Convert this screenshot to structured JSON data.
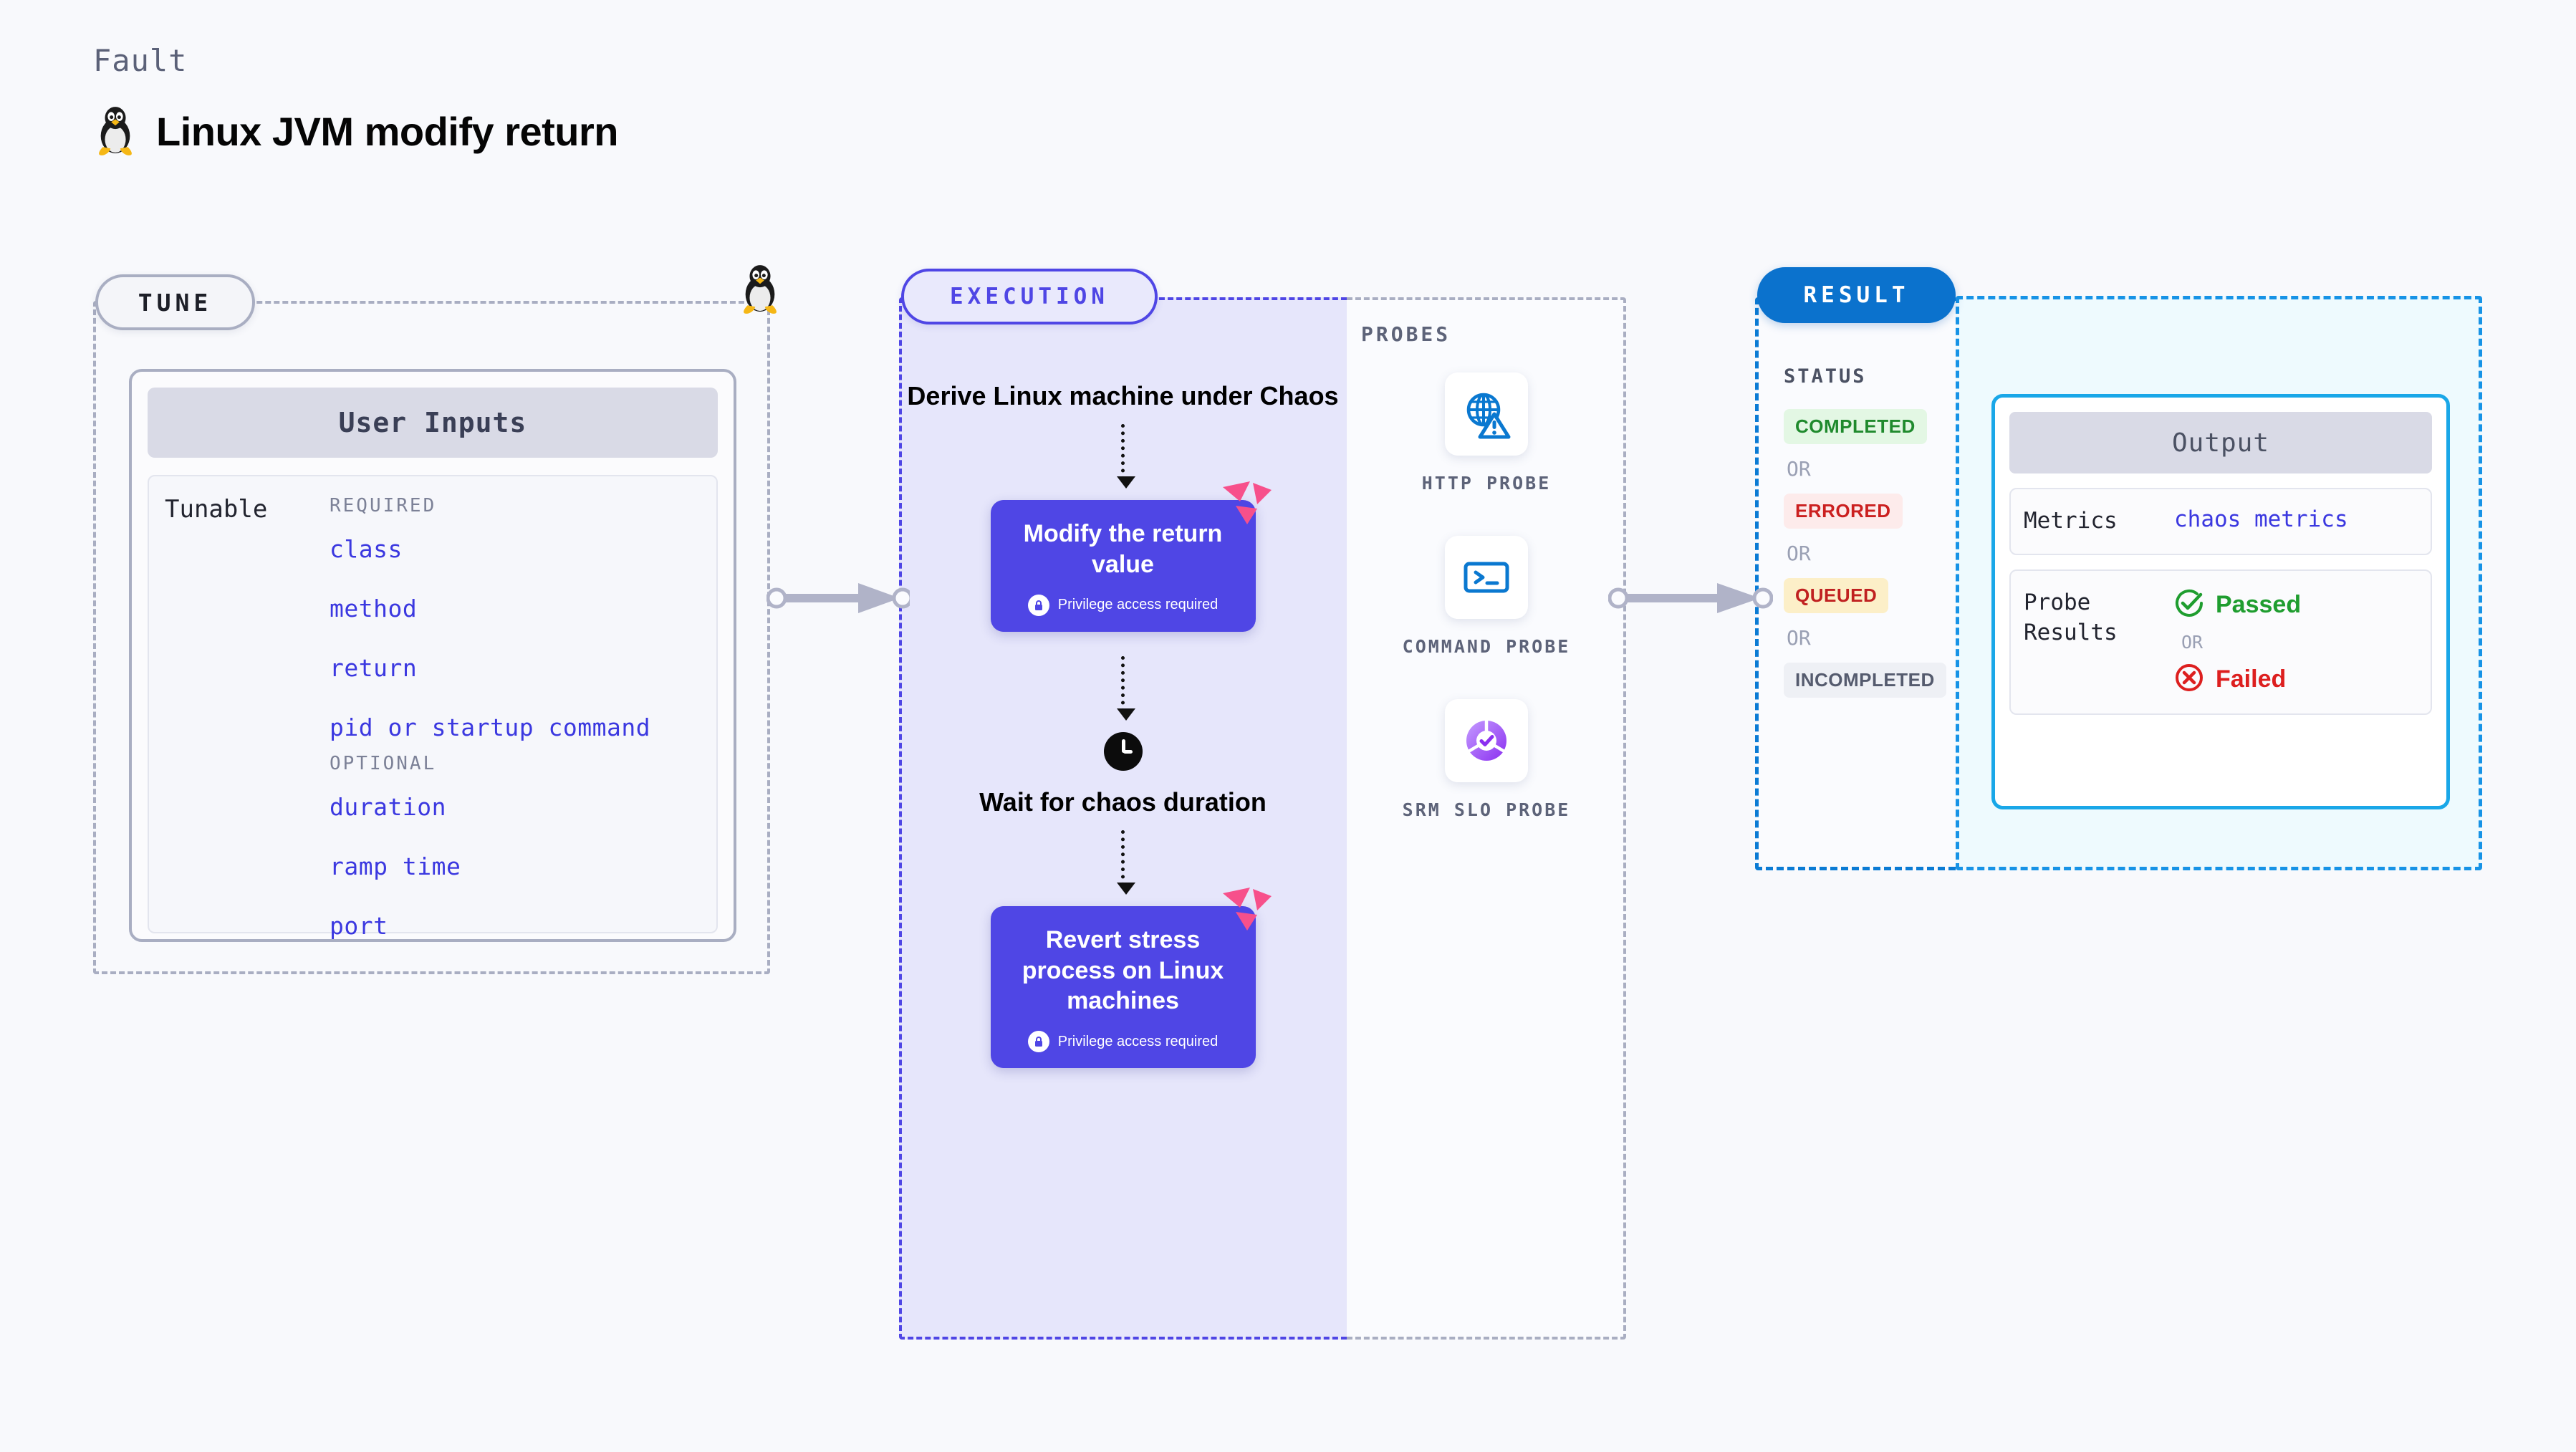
{
  "header": {
    "eyebrow": "Fault",
    "title": "Linux JVM modify return",
    "icon": "tux-penguin-icon"
  },
  "tune": {
    "badge": "TUNE",
    "card_title": "User Inputs",
    "tunable_label": "Tunable",
    "groups": [
      {
        "caption": "REQUIRED",
        "items": [
          "class",
          "method",
          "return",
          "pid or startup command"
        ]
      },
      {
        "caption": "OPTIONAL",
        "items": [
          "duration",
          "ramp time",
          "port"
        ]
      }
    ]
  },
  "execution": {
    "badge": "EXECUTION",
    "steps": [
      {
        "type": "text",
        "label": "Derive Linux machine under Chaos"
      },
      {
        "type": "box",
        "label": "Modify the return value",
        "note": "Privilege access required",
        "badge": "harness-logo-icon"
      },
      {
        "type": "wait",
        "label": "Wait for chaos duration",
        "icon": "clock-icon"
      },
      {
        "type": "box",
        "label": "Revert stress process on Linux machines",
        "note": "Privilege access required",
        "badge": "harness-logo-icon"
      }
    ]
  },
  "probes": {
    "label": "PROBES",
    "items": [
      {
        "name": "HTTP PROBE",
        "icon": "globe-warning-icon"
      },
      {
        "name": "COMMAND PROBE",
        "icon": "terminal-icon"
      },
      {
        "name": "SRM SLO PROBE",
        "icon": "slo-donut-check-icon"
      }
    ]
  },
  "result": {
    "badge": "RESULT",
    "status_label": "STATUS",
    "or_label": "OR",
    "statuses": [
      {
        "label": "COMPLETED",
        "bg": "#e3f7e4",
        "fg": "#1f8a2d"
      },
      {
        "label": "ERRORED",
        "bg": "#fdebeb",
        "fg": "#cb2020"
      },
      {
        "label": "QUEUED",
        "bg": "#fcefc8",
        "fg": "#c02020"
      },
      {
        "label": "INCOMPLETED",
        "bg": "#eef0f5",
        "fg": "#555b6e"
      }
    ]
  },
  "output": {
    "card_title": "Output",
    "metrics_key": "Metrics",
    "metrics_value": "chaos metrics",
    "probe_results_key": "Probe Results",
    "passed_label": "Passed",
    "failed_label": "Failed",
    "or_label": "OR",
    "passed_color": "#1f9d2f",
    "failed_color": "#dd1f1f"
  },
  "colors": {
    "page_bg": "#f8f9fc",
    "tune_border": "#a9aec2",
    "execution_accent": "#4f46e5",
    "execution_bg": "#e6e6fb",
    "result_accent": "#0b72cd",
    "output_accent": "#19a7e8",
    "tunable_value": "#3b38e0",
    "harness_pink": "#f7508b"
  }
}
